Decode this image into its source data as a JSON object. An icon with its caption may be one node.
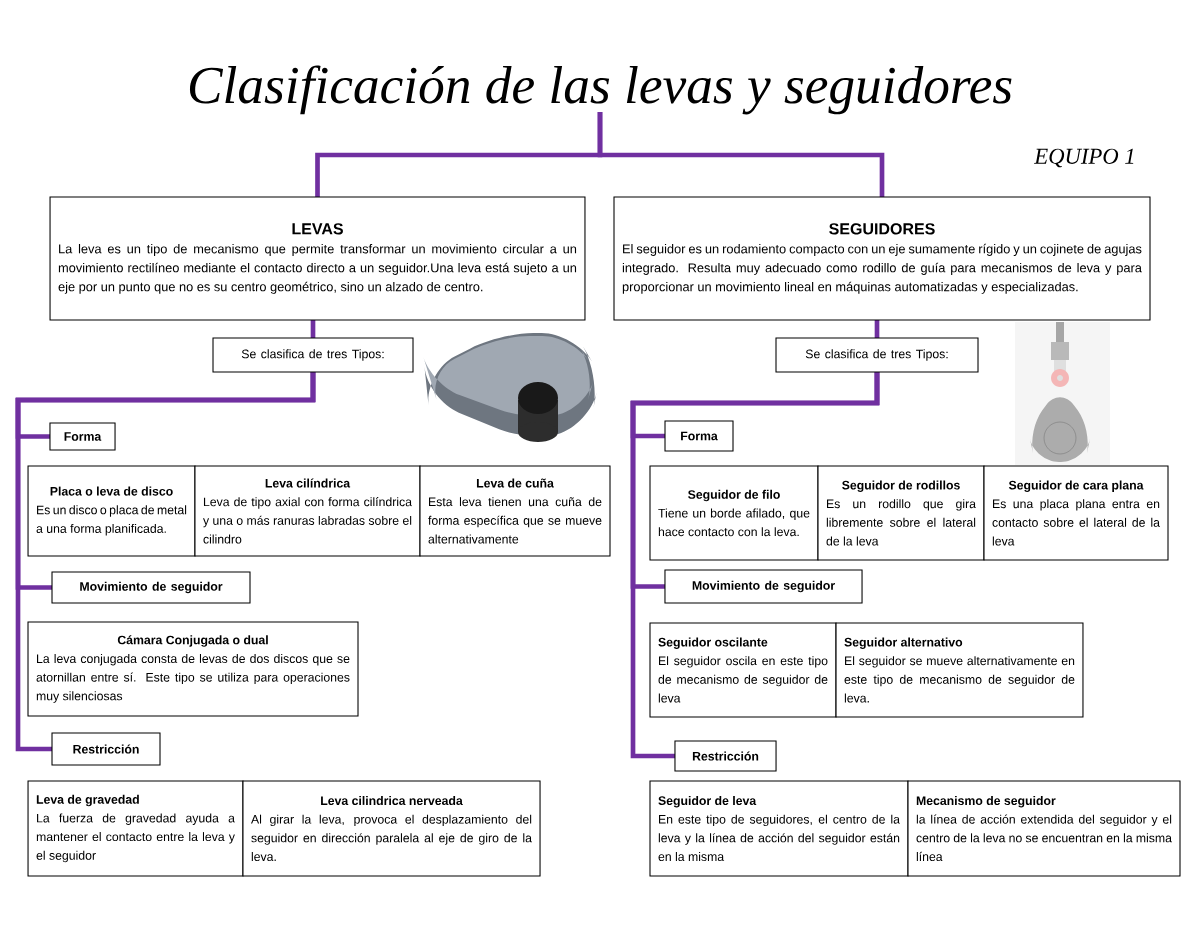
{
  "diagram": {
    "nodes": [
      {
        "text": [
          "Clasificación de las levas y seguidores"
        ]
      },
      {
        "text": [
          "LEVAS",
          "La leva es un tipo de mecanismo que permite transformar un movimiento circular a un movimiento rectilíneo mediante el contacto directo a un seguidor.Una leva está sujeto a un eje por un punto que no es su centro geométrico, sino un alzado de centro."
        ]
      },
      {
        "text": [
          "SEGUIDORES",
          "El seguidor es un rodamiento compacto con un eje sumamente rígido y un cojinete de agujas integrado. Resulta muy adecuado como rodillo de guía para mecanismos de leva y para proporcionar un movimiento lineal en máquinas automatizadas y especializadas."
        ]
      },
      {
        "text": [
          "Se clasifica de tres Tipos:"
        ]
      },
      {
        "text": [
          "Se clasifica de tres Tipos:"
        ]
      },
      {
        "text": [
          "Forma"
        ]
      },
      {
        "text": [
          "Placa o leva de disco",
          "Es un disco o placa de metal a una forma planificada."
        ]
      },
      {
        "text": [
          "Leva cilíndrica",
          "Leva de tipo axial con forma cilíndrica y una o más ranuras labradas sobre el cilindro"
        ]
      },
      {
        "text": [
          "Leva de cuña",
          "Esta leva tienen una cuña de forma específica que se mueve alternativamente"
        ]
      },
      {
        "text": [
          "Movimiento de seguidor"
        ]
      },
      {
        "text": [
          "Cámara Conjugada o dual",
          "La leva conjugada consta de levas de dos discos que se atornillan entre sí. Este tipo se utiliza para operaciones muy silenciosas"
        ]
      },
      {
        "text": [
          "Restricción"
        ]
      },
      {
        "text": [
          "Leva de gravedad",
          "La fuerza de gravedad ayuda a mantener el contacto entre la leva y el seguidor"
        ]
      },
      {
        "text": [
          "Leva cilindrica nerveada",
          "Al girar la leva, provoca el desplazamiento del seguidor en dirección paralela al eje de giro de la leva."
        ]
      },
      {
        "text": [
          "Forma"
        ]
      },
      {
        "text": [
          "Seguidor de filo",
          "Tiene un borde afilado, que hace contacto con la leva."
        ]
      },
      {
        "text": [
          "Seguidor de rodillos",
          "Es un rodillo que gira libremente sobre el lateral de la leva"
        ]
      },
      {
        "text": [
          "Seguidor de cara plana",
          "Es una placa plana entra en contacto sobre el lateral de la leva"
        ]
      },
      {
        "text": [
          "Movimiento de seguidor"
        ]
      },
      {
        "text": [
          "Seguidor oscilante",
          "El seguidor oscila en este tipo de mecanismo de seguidor de leva"
        ]
      },
      {
        "text": [
          "Seguidor alternativo",
          "El seguidor se mueve alternativamente en este tipo de mecanismo de seguidor de leva."
        ]
      },
      {
        "text": [
          "Restricción"
        ]
      },
      {
        "text": [
          "Seguidor de leva",
          "En este tipo de seguidores, el centro de la leva y la línea de acción del seguidor están en la misma"
        ]
      },
      {
        "text": [
          "Mecanismo de seguidor",
          "la línea de acción extendida del seguidor y el centro de la leva no se encuentran en la misma línea"
        ]
      }
    ],
    "edges": [
      {
        "from": 0,
        "to": 1,
        "arrow": "none"
      },
      {
        "from": 0,
        "to": 2,
        "arrow": "none"
      },
      {
        "from": 1,
        "to": 3,
        "arrow": "none"
      },
      {
        "from": 2,
        "to": 4,
        "arrow": "none"
      },
      {
        "from": 3,
        "to": 5,
        "arrow": "none"
      },
      {
        "from": 3,
        "to": 9,
        "arrow": "none"
      },
      {
        "from": 3,
        "to": 11,
        "arrow": "none"
      },
      {
        "from": 4,
        "to": 14,
        "arrow": "none"
      },
      {
        "from": 4,
        "to": 18,
        "arrow": "none"
      },
      {
        "from": 4,
        "to": 21,
        "arrow": "none"
      }
    ],
    "labels": [
      "EQUIPO 1"
    ]
  }
}
